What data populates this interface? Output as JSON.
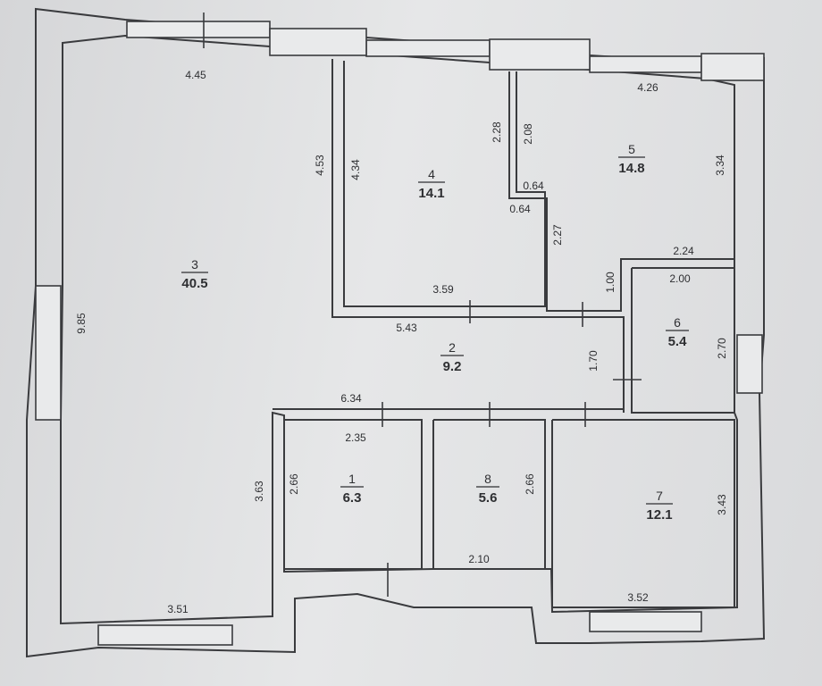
{
  "rooms": [
    {
      "id": "3",
      "number": "3",
      "area": "40.5"
    },
    {
      "id": "4",
      "number": "4",
      "area": "14.1"
    },
    {
      "id": "5",
      "number": "5",
      "area": "14.8"
    },
    {
      "id": "2",
      "number": "2",
      "area": "9.2"
    },
    {
      "id": "6",
      "number": "6",
      "area": "5.4"
    },
    {
      "id": "1",
      "number": "1",
      "area": "6.3"
    },
    {
      "id": "8",
      "number": "8",
      "area": "5.6"
    },
    {
      "id": "7",
      "number": "7",
      "area": "12.1"
    }
  ],
  "dimensions": [
    "4.45",
    "9.85",
    "3.51",
    "3.63",
    "4.53",
    "4.34",
    "2.28",
    "2.08",
    "3.59",
    "0.64",
    "0.64",
    "4.26",
    "3.34",
    "2.27",
    "2.24",
    "1.00",
    "2.00",
    "2.70",
    "5.43",
    "1.70",
    "6.34",
    "2.35",
    "2.66",
    "2.66",
    "2.10",
    "3.43",
    "3.52"
  ],
  "colors": {
    "wall": "#3a3b3e",
    "paper": "#e2e3e5",
    "text": "#2e2f32"
  }
}
